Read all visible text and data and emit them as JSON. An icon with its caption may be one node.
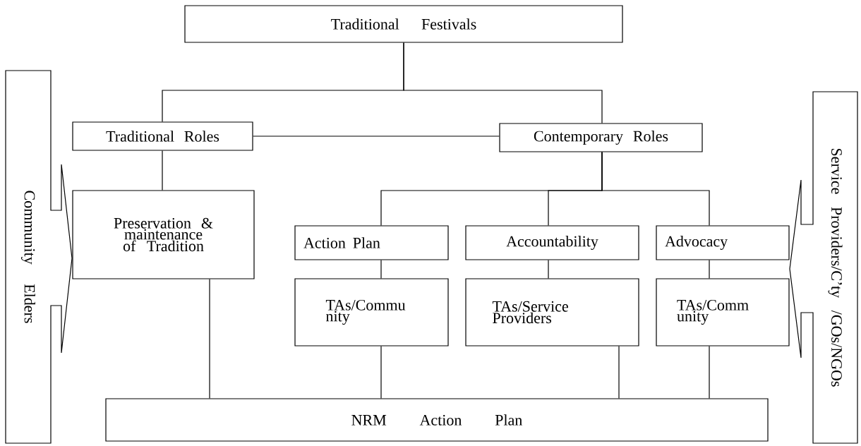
{
  "diagram": {
    "nodes": [
      {
        "text": [
          "Traditional Festivals"
        ]
      },
      {
        "text": [
          "Community Elders"
        ]
      },
      {
        "text": [
          "Service Providers/C’ty /GOs/NGOs"
        ]
      },
      {
        "text": [
          "Traditional Roles"
        ]
      },
      {
        "text": [
          "Contemporary Roles"
        ]
      },
      {
        "text": [
          "Preservation & maintenance of Tradition"
        ]
      },
      {
        "text": [
          "Action Plan"
        ]
      },
      {
        "text": [
          "Accountability"
        ]
      },
      {
        "text": [
          "Advocacy"
        ]
      },
      {
        "text": [
          "TAs/Commu nity"
        ]
      },
      {
        "text": [
          "TAs/Service Providers"
        ]
      },
      {
        "text": [
          "TAs/Comm unity"
        ]
      },
      {
        "text": [
          "NRM Action Plan"
        ]
      }
    ],
    "edges": [
      {
        "from": 0,
        "to": 3,
        "arrow": "none"
      },
      {
        "from": 0,
        "to": 4,
        "arrow": "none"
      },
      {
        "from": 3,
        "to": 4,
        "arrow": "none"
      },
      {
        "from": 3,
        "to": 5,
        "arrow": "none"
      },
      {
        "from": 4,
        "to": 6,
        "arrow": "none"
      },
      {
        "from": 4,
        "to": 7,
        "arrow": "none"
      },
      {
        "from": 4,
        "to": 8,
        "arrow": "none"
      },
      {
        "from": 6,
        "to": 9,
        "arrow": "none"
      },
      {
        "from": 7,
        "to": 10,
        "arrow": "none"
      },
      {
        "from": 8,
        "to": 11,
        "arrow": "none"
      },
      {
        "from": 5,
        "to": 12,
        "arrow": "none"
      },
      {
        "from": 9,
        "to": 12,
        "arrow": "none"
      },
      {
        "from": 10,
        "to": 12,
        "arrow": "none"
      },
      {
        "from": 11,
        "to": 12,
        "arrow": "none"
      }
    ]
  }
}
